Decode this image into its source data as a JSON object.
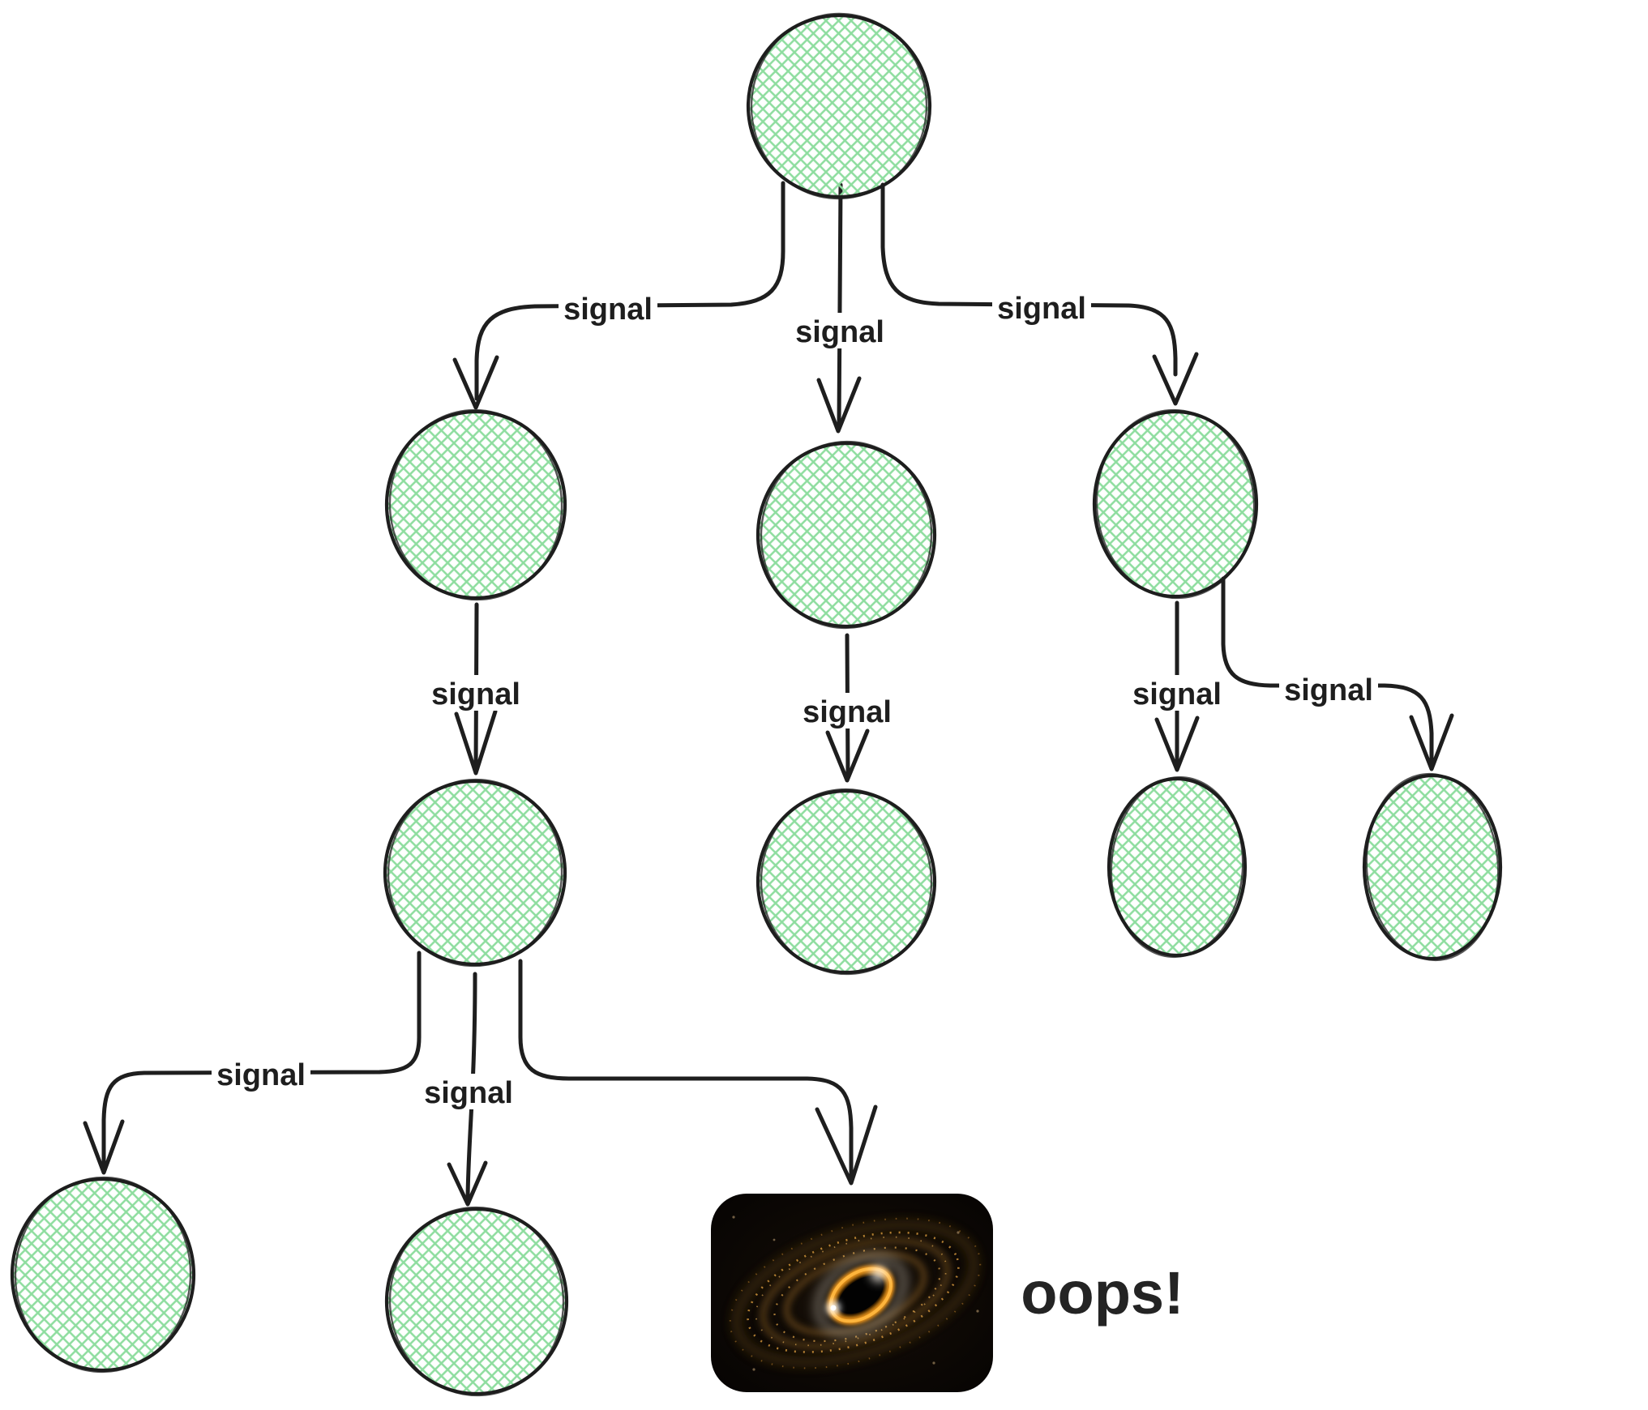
{
  "canvas": {
    "background_color": "#ffffff",
    "type": "hand-drawn diagram"
  },
  "style": {
    "node_outline_color": "#1e1e1e",
    "node_hatch_fill_color": "#8edd9f",
    "edge_stroke_color": "#1e1e1e",
    "label_text_color": "#1e1e1e",
    "blackhole_background": "#070402",
    "blackhole_ring_color": "#f59b1f",
    "blackhole_glow_color": "#ffb53c"
  },
  "nodes": {
    "count": 10,
    "shape": "circle",
    "fill_style": "cross-hatch"
  },
  "edges": [
    {
      "label": "signal"
    },
    {
      "label": "signal"
    },
    {
      "label": "signal"
    },
    {
      "label": "signal"
    },
    {
      "label": "signal"
    },
    {
      "label": "signal"
    },
    {
      "label": "signal"
    },
    {
      "label": "signal"
    },
    {
      "label": "signal"
    },
    {
      "label": ""
    }
  ],
  "annotation": {
    "text": "oops!"
  }
}
